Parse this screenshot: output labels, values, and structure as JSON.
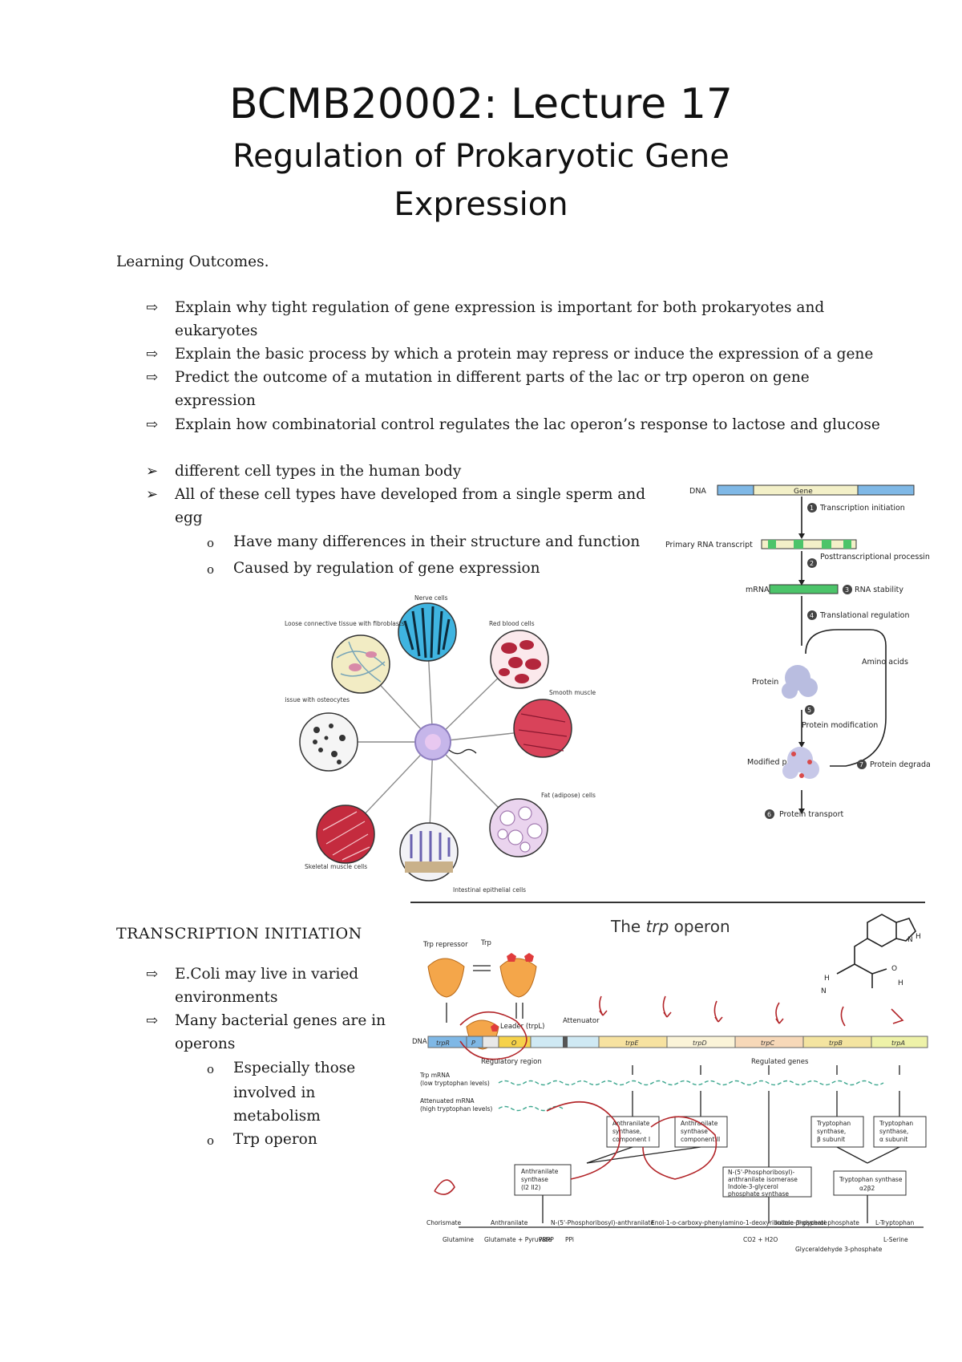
{
  "title": {
    "line1": "BCMB20002: Lecture 17",
    "line2": "Regulation of Prokaryotic Gene",
    "line3": "Expression"
  },
  "learning_outcomes": {
    "heading": "Learning Outcomes.",
    "items": [
      {
        "lines": [
          "Explain why tight regulation of gene expression is important for both prokaryotes and",
          "eukaryotes"
        ]
      },
      {
        "lines": [
          "Explain the basic process by which a protein may repress or induce the expression of a gene"
        ]
      },
      {
        "lines": [
          "Predict the outcome of a mutation in different parts of the lac or trp operon on gene",
          "expression"
        ]
      },
      {
        "lines": [
          "Explain how combinatorial control regulates the lac operon’s response to lactose and glucose"
        ]
      }
    ]
  },
  "cell_types": {
    "items": [
      {
        "lines": [
          "different cell types in the human body"
        ]
      },
      {
        "lines": [
          "All of these cell types have developed from a single sperm and",
          "egg"
        ]
      }
    ],
    "subitems": [
      "Have many differences in their structure and function",
      "Caused by regulation of gene expression"
    ]
  },
  "cell_figure": {
    "labels": [
      "Nerve cells",
      "Red blood cells",
      "Loose connective tissue with fibroblasts",
      "Bone tissue with osteocytes",
      "Smooth muscle",
      "Fat (adipose) cells",
      "Skeletal muscle cells",
      "Intestinal epithelial cells"
    ]
  },
  "gene_expression_figure": {
    "dna": "DNA",
    "gene": "Gene",
    "primary_rna": "Primary RNA transcript",
    "mrna": "mRNA",
    "protein": "Protein",
    "amino_acids": "Amino acids",
    "modified_protein": "Modified protein",
    "steps": [
      "Transcription initiation",
      "Posttranscriptional processing",
      "RNA stability",
      "Translational regulation",
      "Protein modification",
      "Protein transport",
      "Protein degradation"
    ],
    "step_numbers": [
      "1",
      "2",
      "3",
      "4",
      "5",
      "6",
      "7"
    ]
  },
  "transcription_initiation": {
    "heading": "TRANSCRIPTION INITIATION",
    "items": [
      {
        "lines": [
          "E.Coli may live in varied",
          "environments"
        ]
      },
      {
        "lines": [
          "Many bacterial genes are in",
          "operons"
        ]
      }
    ],
    "subitems": [
      {
        "lines": [
          "Especially those",
          "involved in",
          "metabolism"
        ]
      },
      {
        "lines": [
          "Trp operon"
        ]
      }
    ]
  },
  "trp_figure": {
    "title_prefix": "The ",
    "title_italic": "trp",
    "title_suffix": " operon",
    "repressor": "Trp repressor",
    "trp": "Trp",
    "leader": "Leader (trpL)",
    "attenuator": "Attenuator",
    "dna": "DNA",
    "segments": [
      "trpR",
      "P",
      "O",
      "trpE",
      "trpD",
      "trpC",
      "trpB",
      "trpA"
    ],
    "regulatory_region": "Regulatory region",
    "regulated_genes": "Regulated genes",
    "mrna_label": [
      "Trp mRNA",
      "(low tryptophan levels)"
    ],
    "attenuated_label": [
      "Attenuated mRNA",
      "(high tryptophan levels)"
    ],
    "enzymes": [
      [
        "Anthranilate",
        "synthase,",
        "component I"
      ],
      [
        "Anthranilate",
        "synthase",
        "component II"
      ],
      [
        "Tryptophan",
        "synthase,",
        "β subunit"
      ],
      [
        "Tryptophan",
        "synthase,",
        "α subunit"
      ],
      [
        "Anthranilate",
        "synthase",
        "(I2 II2)"
      ],
      [
        "N-(5'-Phosphoribosyl)-",
        "anthranilate isomerase",
        "Indole-3-glycerol",
        "phosphate synthase"
      ],
      [
        "Tryptophan synthase",
        "α2β2"
      ]
    ],
    "pathway": [
      "Chorismate",
      "Anthranilate",
      "N-(5'-Phosphoribosyl)-anthranilate",
      "Enol-1-o-carboxy-phenylamino-1-deoxyribulose phosphate",
      "Indole-3-glycerol phosphate",
      "L-Tryptophan"
    ],
    "byproducts": [
      "Glutamine",
      "Glutamate + Pyruvate",
      "PRPP",
      "PPi",
      "CO2 + H2O",
      "Glyceraldehyde 3-phosphate",
      "L-Serine"
    ]
  },
  "colors": {
    "text": "#1a1a1a",
    "dna_blue": "#7fb8e6",
    "gene_yellow": "#f3f0c8",
    "mrna_green": "#4cc46a",
    "repressor_orange": "#f4a64a",
    "trp_red": "#e03c3c",
    "annotation_red": "#b3262a"
  }
}
